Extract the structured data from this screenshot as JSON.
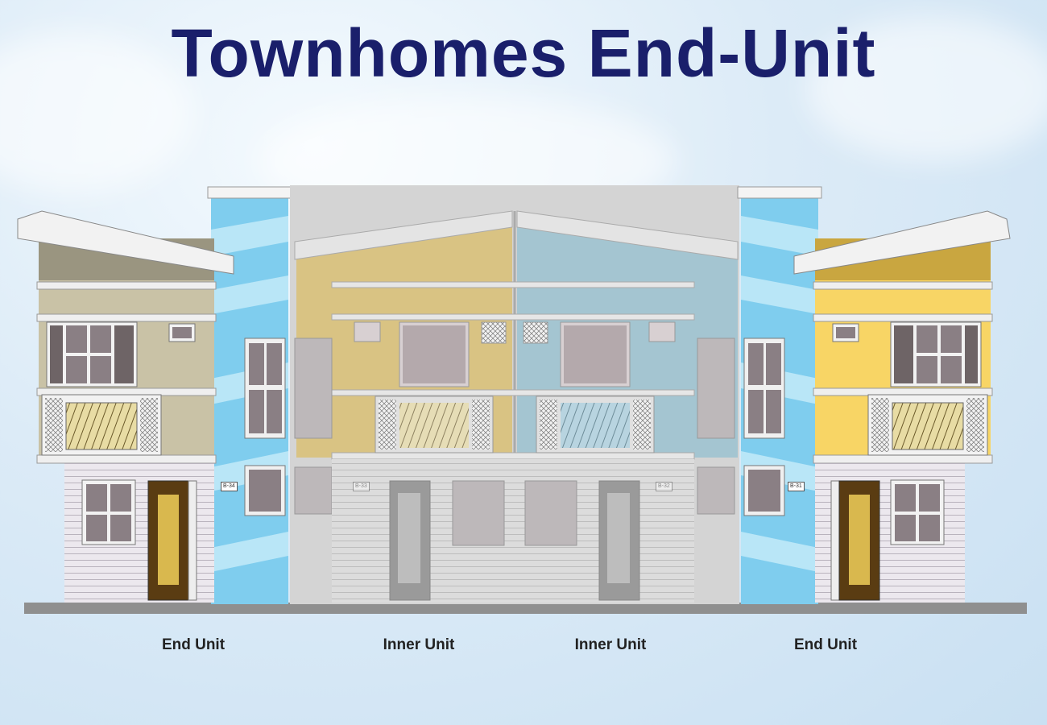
{
  "title": "Townhomes End-Unit",
  "units": [
    {
      "label": "End Unit",
      "facade_color": "#c9c2a6"
    },
    {
      "label": "Inner Unit",
      "facade_color": "#d9bf74"
    },
    {
      "label": "Inner Unit",
      "facade_color": "#9fc3d0"
    },
    {
      "label": "End Unit",
      "facade_color": "#f8d565"
    }
  ],
  "unit_tags": [
    "B-34",
    "B-33",
    "B-32",
    "B-31"
  ],
  "colors": {
    "title": "#1a1f6b",
    "accent_stripe": "#8fd3f0",
    "inner_overlay": "#cfcfcf"
  }
}
